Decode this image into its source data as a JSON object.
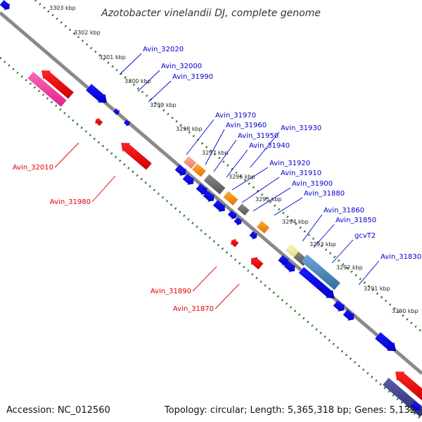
{
  "title": "Azotobacter vinelandii DJ, complete genome",
  "footer": {
    "accession": "Accession: NC_012560",
    "summary": "Topology: circular; Length: 5,365,318 bp; Genes: 5,132"
  },
  "colors": {
    "backbone": "#8a8a8a",
    "tick_track": "#2e7d2e",
    "forward_label": "#0000cc",
    "reverse_label": "#dd0000",
    "gene_blue": "#0000ee",
    "gene_red": "#ee0000",
    "gene_orange": "#ff8c00",
    "gene_grey": "#707070",
    "gene_pink": "#ff44aa",
    "gene_steel": "#4a88bb",
    "gene_yellow": "#f2e69a",
    "gene_navy": "#3a3a8a"
  },
  "axis_ticks": [
    "3303 kbp",
    "3302 kbp",
    "3301 kbp",
    "3300 kbp",
    "3299 kbp",
    "3298 kbp",
    "3297 kbp",
    "3296 kbp",
    "3295 kbp",
    "3294 kbp",
    "3293 kbp",
    "3292 kbp",
    "3291 kbp",
    "3290 kbp"
  ],
  "forward_labels": [
    "Avin_32020",
    "Avin_32000",
    "Avin_31990",
    "Avin_31970",
    "Avin_31960",
    "Avin_31950",
    "Avin_31940",
    "Avin_31930",
    "Avin_31920",
    "Avin_31910",
    "Avin_31900",
    "Avin_31880",
    "Avin_31860",
    "Avin_31850",
    "gcvT2",
    "Avin_31830"
  ],
  "reverse_labels": [
    "Avin_32010",
    "Avin_31980",
    "Avin_31890",
    "Avin_31870"
  ]
}
